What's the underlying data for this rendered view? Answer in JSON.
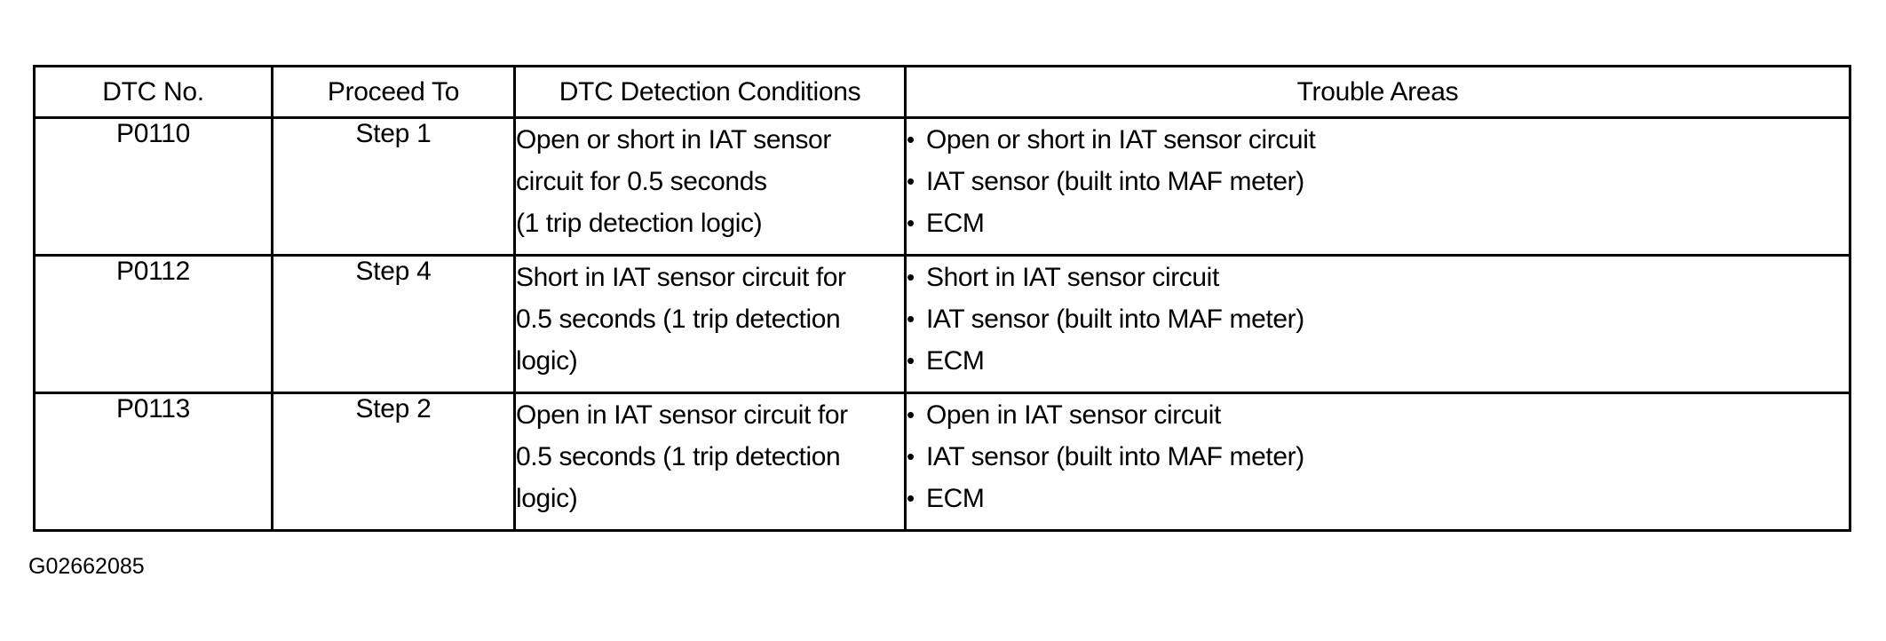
{
  "table": {
    "headers": [
      "DTC No.",
      "Proceed To",
      "DTC Detection Conditions",
      "Trouble Areas"
    ],
    "rows": [
      {
        "dtc_no": "P0110",
        "proceed_to": "Step 1",
        "detection_conditions": [
          "Open or short in IAT sensor",
          "circuit for 0.5 seconds",
          "(1 trip detection logic)"
        ],
        "trouble_areas": [
          "Open or short in IAT sensor circuit",
          "IAT sensor (built into MAF meter)",
          "ECM"
        ]
      },
      {
        "dtc_no": "P0112",
        "proceed_to": "Step 4",
        "detection_conditions": [
          "Short in IAT sensor circuit for",
          "0.5 seconds (1 trip detection",
          "logic)"
        ],
        "trouble_areas": [
          "Short in IAT sensor circuit",
          "IAT sensor (built into MAF meter)",
          "ECM"
        ]
      },
      {
        "dtc_no": "P0113",
        "proceed_to": "Step 2",
        "detection_conditions": [
          "Open in IAT sensor circuit for",
          "0.5 seconds (1 trip detection",
          "logic)"
        ],
        "trouble_areas": [
          "Open in IAT sensor circuit",
          "IAT sensor (built into MAF meter)",
          "ECM"
        ]
      }
    ],
    "bullet_glyph": "•"
  },
  "figure_caption": "G02662085",
  "colors": {
    "border": "#000000",
    "text": "#000000",
    "background": "#ffffff"
  }
}
